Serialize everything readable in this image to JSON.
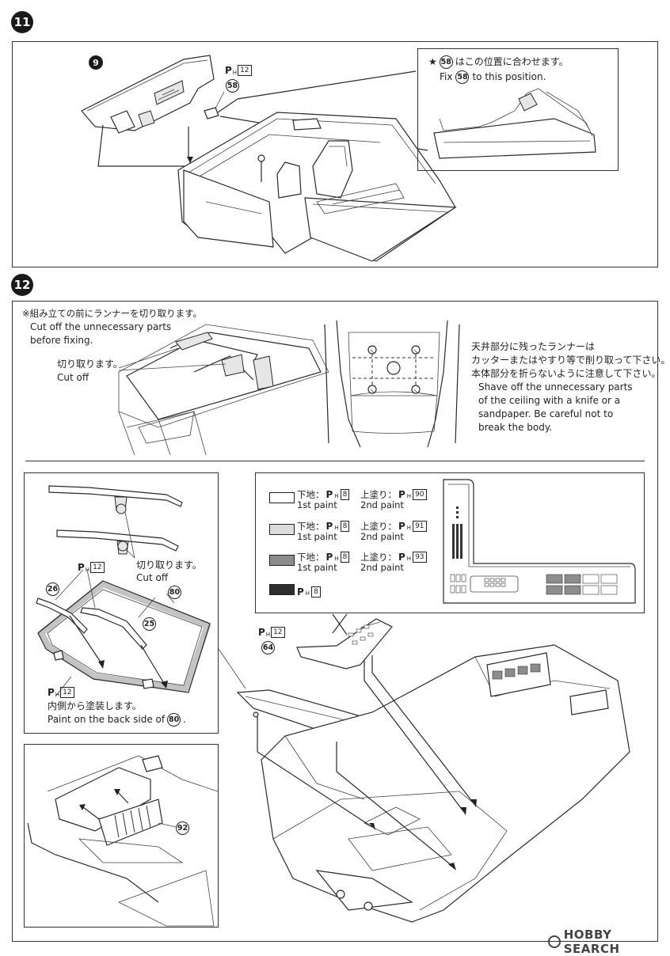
{
  "step11": {
    "badge": "11",
    "part_9": "9",
    "part_58": "58",
    "ph_label": "P",
    "ph_sub": "H",
    "ph_num": "12",
    "callout_jp": "はこの位置に合わせます。",
    "callout_star": "★",
    "callout_en_pre": "Fix",
    "callout_en_post": "to this position."
  },
  "step12": {
    "badge": "12",
    "note_jp": "※組み立ての前にランナーを切り取ります。",
    "note_en_1": "Cut off the unnecessary parts",
    "note_en_2": "before fixing.",
    "cut_jp": "切り取ります。",
    "cut_en": "Cut off",
    "ceiling_jp_1": "天井部分に残ったランナーは",
    "ceiling_jp_2": "カッターまたはやすり等で削り取って下さい。",
    "ceiling_jp_3": "本体部分を折らないように注意して下さい。",
    "ceiling_en_1": "Shave off the unnecessary parts",
    "ceiling_en_2": "of the ceiling with a knife or a",
    "ceiling_en_3": "sandpaper. Be careful not to",
    "ceiling_en_4": "break the body."
  },
  "paint_legend": {
    "rows": [
      {
        "base_jp": "下地：",
        "base_code": "8",
        "top_jp": "上塗り：",
        "top_code": "90",
        "base_en": "1st paint",
        "top_en": "2nd paint",
        "color": "#ffffff"
      },
      {
        "base_jp": "下地：",
        "base_code": "8",
        "top_jp": "上塗り：",
        "top_code": "91",
        "base_en": "1st paint",
        "top_en": "2nd paint",
        "color": "#dcdcdc"
      },
      {
        "base_jp": "下地：",
        "base_code": "8",
        "top_jp": "上塗り：",
        "top_code": "93",
        "base_en": "1st paint",
        "top_en": "2nd paint",
        "color": "#8c8c8c"
      }
    ],
    "solid_code": "8",
    "solid_color": "#2e2e2e"
  },
  "wiper_panel": {
    "cut_jp": "切り取ります。",
    "cut_en": "Cut off",
    "part_26": "26",
    "part_25": "25",
    "part_80": "80",
    "ph_num": "12",
    "ph_num_2": "12",
    "inside_jp": "内側から塗装します。",
    "inside_en": "Paint on the back side of",
    "inside_part": "80",
    "inside_period": "."
  },
  "console": {
    "ph_num": "12",
    "part_64": "64"
  },
  "lower_panel": {
    "part_92": "92"
  },
  "watermark": {
    "brand": "HOBBY SEARCH"
  }
}
